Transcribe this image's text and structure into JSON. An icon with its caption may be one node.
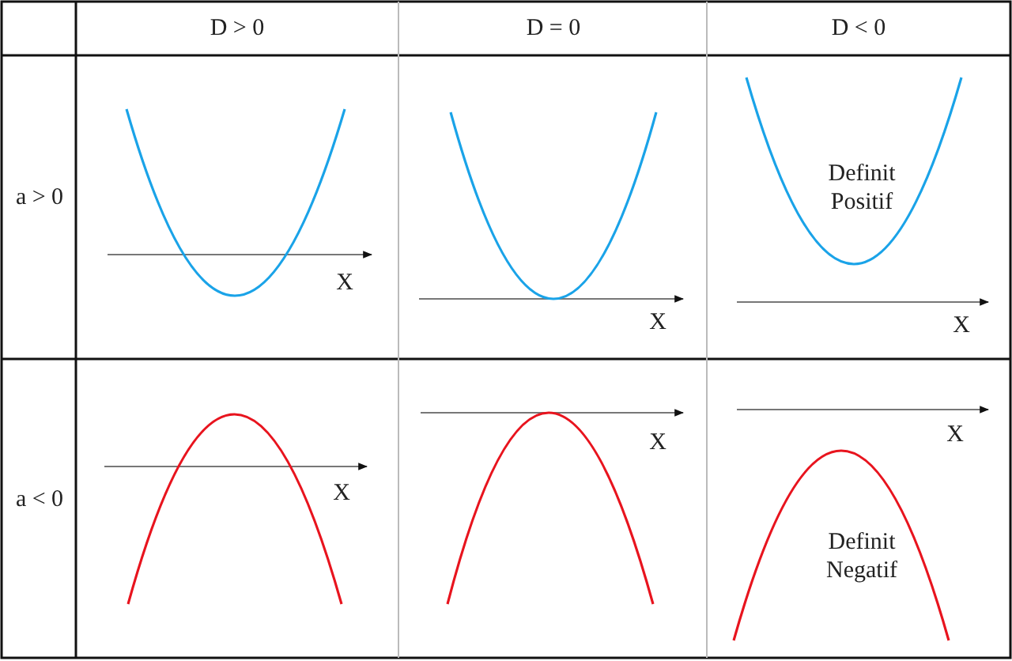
{
  "diagram": {
    "labels": [
      "D > 0",
      "D = 0",
      "D < 0",
      "a > 0",
      "X",
      "X",
      "Definit Positif",
      "X",
      "a < 0",
      "X",
      "X",
      "Definit Negatif",
      "X"
    ]
  }
}
